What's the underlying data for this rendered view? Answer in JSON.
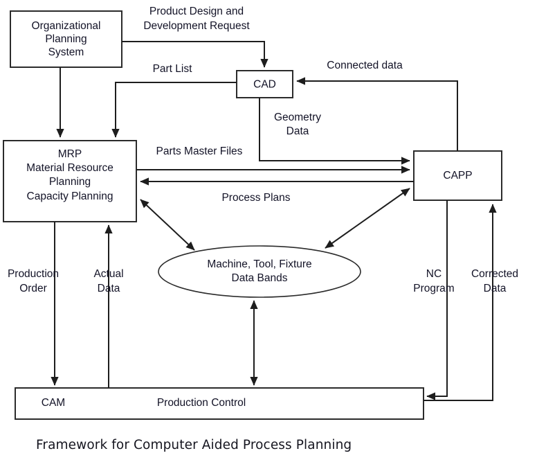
{
  "figure": {
    "caption": "Framework for Computer Aided Process Planning",
    "type": "block-flow-diagram",
    "colors": {
      "background": "#ffffff",
      "stroke": "#2b2b2b",
      "text": "#121226"
    }
  },
  "nodes": {
    "ops": {
      "label_line1": "Organizational",
      "label_line2": "Planning",
      "label_line3": "System"
    },
    "cad": {
      "label": "CAD"
    },
    "mrp": {
      "label_line1": "MRP",
      "label_line2": "Material Resource",
      "label_line3": "Planning",
      "label_line4": "Capacity Planning"
    },
    "capp": {
      "label": "CAPP"
    },
    "databank": {
      "label_line1": "Machine, Tool, Fixture",
      "label_line2": "Data Bands"
    },
    "cam": {
      "label": "CAM"
    },
    "production_control": {
      "label": "Production Control"
    }
  },
  "edges": {
    "product_design_request": {
      "label_line1": "Product Design and",
      "label_line2": "Development Request",
      "from": "ops",
      "to": "cad"
    },
    "part_list": {
      "label": "Part List",
      "from": "cad",
      "to": "mrp"
    },
    "connected_data": {
      "label": "Connected data",
      "from": "capp",
      "to": "cad"
    },
    "geometry_data": {
      "label_line1": "Geometry",
      "label_line2": "Data",
      "from": "cad",
      "to": "capp"
    },
    "parts_master_files": {
      "label": "Parts Master Files",
      "from": "mrp",
      "to": "capp"
    },
    "process_plans": {
      "label": "Process Plans",
      "from": "capp",
      "to": "mrp"
    },
    "production_order": {
      "label_line1": "Production",
      "label_line2": "Order",
      "from": "mrp",
      "to": "cam"
    },
    "actual_data": {
      "label_line1": "Actual",
      "label_line2": "Data",
      "from": "cam",
      "to": "mrp"
    },
    "nc_program": {
      "label_line1": "NC",
      "label_line2": "Program",
      "from": "capp",
      "to": "production_control"
    },
    "corrected_data": {
      "label_line1": "Corrected",
      "label_line2": "Data",
      "from": "production_control",
      "to": "capp"
    }
  }
}
